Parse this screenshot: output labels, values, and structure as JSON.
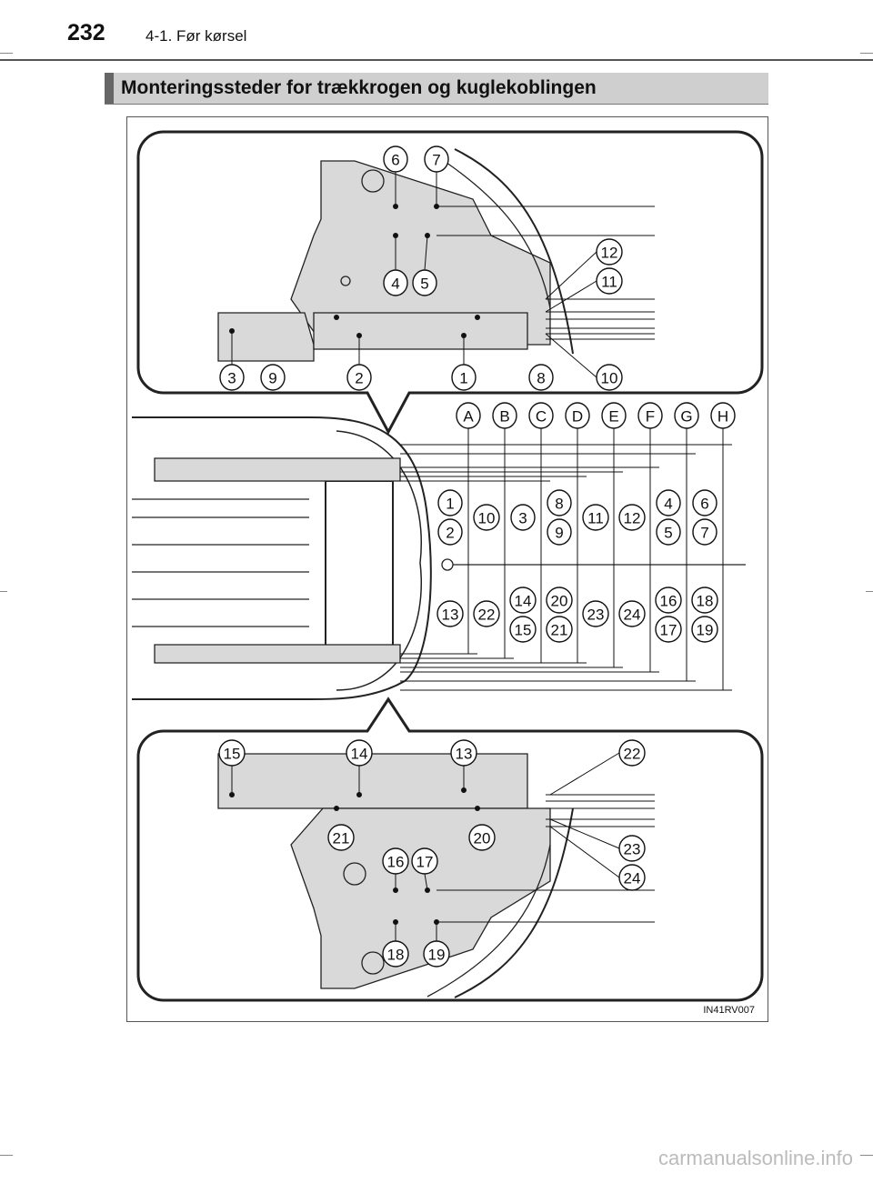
{
  "header": {
    "page_number": "232",
    "chapter": "4-1. Før kørsel"
  },
  "section": {
    "title": "Monteringssteder for trækkrogen og kuglekoblingen"
  },
  "figure": {
    "code": "IN41RV007",
    "top_panel_callouts": [
      "6",
      "7",
      "12",
      "4",
      "5",
      "11",
      "3",
      "9",
      "2",
      "1",
      "8",
      "10"
    ],
    "bottom_panel_callouts": [
      "15",
      "14",
      "13",
      "22",
      "21",
      "20",
      "16",
      "17",
      "23",
      "24",
      "18",
      "19"
    ],
    "measurement_letters": [
      "A",
      "B",
      "C",
      "D",
      "E",
      "F",
      "G",
      "H"
    ],
    "upper_table": [
      [
        "1",
        "2"
      ],
      [
        "10"
      ],
      [
        "3"
      ],
      [
        "8",
        "9"
      ],
      [
        "11"
      ],
      [
        "12"
      ],
      [
        "4",
        "5"
      ],
      [
        "6",
        "7"
      ]
    ],
    "lower_table": [
      [
        "13"
      ],
      [
        "22"
      ],
      [
        "14",
        "15"
      ],
      [
        "20",
        "21"
      ],
      [
        "23"
      ],
      [
        "24"
      ],
      [
        "16",
        "17"
      ],
      [
        "18",
        "19"
      ]
    ]
  },
  "footer": {
    "watermark": "carmanualsonline.info"
  }
}
